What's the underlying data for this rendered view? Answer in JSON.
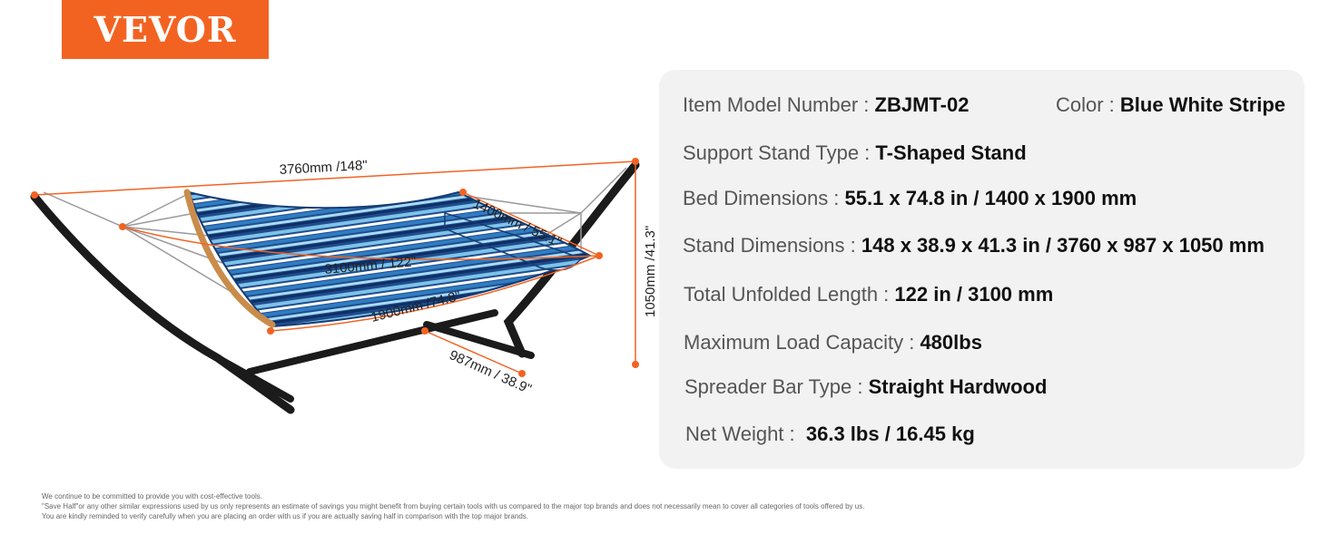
{
  "brand": {
    "logo_text": "VEVOR",
    "color": "#f26322"
  },
  "illustration": {
    "image_name": "hammock-with-stand-icon",
    "dimension_color": "#f26322",
    "labels": {
      "overall_length": "3760mm /148\"",
      "bed_width": "1400mm / 55.1\"",
      "unfolded_length": "3100mm / 122\"",
      "bed_length": "1900mm /74.8\"",
      "stand_height": "1050mm /41.3\"",
      "stand_depth": "987mm / 38.9\""
    }
  },
  "specs": {
    "model": {
      "label": "Item Model Number : ",
      "value": "ZBJMT-02"
    },
    "color": {
      "label": "Color : ",
      "value": "Blue White Stripe"
    },
    "stand_type": {
      "label": "Support Stand Type : ",
      "value": "T-Shaped Stand"
    },
    "bed_dimensions": {
      "label": "Bed Dimensions : ",
      "value": "55.1 x 74.8 in / 1400 x 1900 mm"
    },
    "stand_dimensions": {
      "label": "Stand Dimensions : ",
      "value": "148 x 38.9 x 41.3 in / 3760 x 987 x 1050 mm"
    },
    "unfolded_length": {
      "label": "Total Unfolded Length : ",
      "value": "122 in / 3100 mm"
    },
    "load_capacity": {
      "label": "Maximum Load Capacity : ",
      "value": "480lbs"
    },
    "spreader_bar": {
      "label": "Spreader Bar Type : ",
      "value": "Straight Hardwood"
    },
    "net_weight": {
      "label": "Net Weight :  ",
      "value": "36.3 lbs / 16.45 kg"
    }
  },
  "disclaimer": {
    "line1": "We continue to be committed to provide you with cost-effective tools.",
    "line2": "\"Save Half\"or any other similar expressions used by us only represents an estimate of savings you might benefit from buying certain tools with us compared to the major top brands and does not necessarily mean to cover all categories of tools offered by us.",
    "line3": "You are kindly reminded to verify carefully when you are placing an order with us if you are actually saving half in comparison with the top major brands."
  }
}
